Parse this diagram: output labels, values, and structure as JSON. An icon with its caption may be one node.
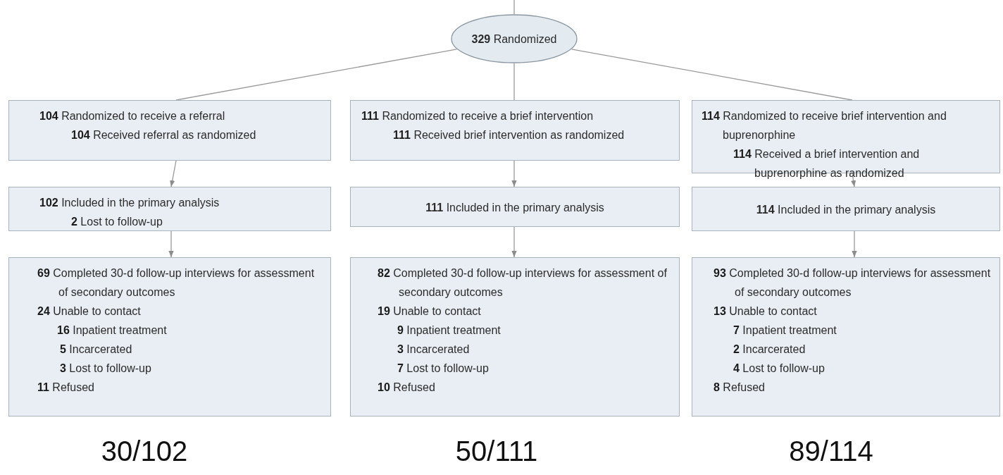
{
  "diagram": {
    "nodes": [
      {
        "text": [
          "**329** Randomized"
        ]
      },
      {
        "text": [
          "**104** Randomized to receive a referral",
          "**104** Received referral as randomized"
        ]
      },
      {
        "text": [
          "**111** Randomized to receive a brief intervention",
          "**111** Received brief intervention as randomized"
        ]
      },
      {
        "text": [
          "**114** Randomized to receive brief intervention and buprenorphine",
          "**114** Received a brief intervention and buprenorphine as randomized"
        ]
      },
      {
        "text": [
          "**102** Included in the primary analysis",
          "**2** Lost to follow-up"
        ]
      },
      {
        "text": [
          "**111** Included in the primary analysis"
        ]
      },
      {
        "text": [
          "**114** Included in the primary analysis"
        ]
      },
      {
        "text": [
          "**69** Completed 30-d follow-up interviews for assessment of secondary outcomes",
          "**24** Unable to contact",
          "**16** Inpatient treatment",
          "**5** Incarcerated",
          "**3** Lost to follow-up",
          "**11** Refused"
        ]
      },
      {
        "text": [
          "**82** Completed 30-d follow-up interviews for assessment of secondary outcomes",
          "**19** Unable to contact",
          "**9** Inpatient treatment",
          "**3** Incarcerated",
          "**7** Lost to follow-up",
          "**10** Refused"
        ]
      },
      {
        "text": [
          "**93** Completed 30-d follow-up interviews for assessment of secondary outcomes",
          "**13** Unable to contact",
          "**7** Inpatient treatment",
          "**2** Incarcerated",
          "**4** Lost to follow-up",
          "**8** Refused"
        ]
      }
    ],
    "edges": [
      {
        "from": null,
        "to": 0,
        "arrow": "none"
      },
      {
        "from": 0,
        "to": 1,
        "arrow": "none"
      },
      {
        "from": 0,
        "to": 2,
        "arrow": "none"
      },
      {
        "from": 0,
        "to": 3,
        "arrow": "none"
      },
      {
        "from": 1,
        "to": 4,
        "arrow": "to"
      },
      {
        "from": 2,
        "to": 5,
        "arrow": "to"
      },
      {
        "from": 3,
        "to": 6,
        "arrow": "to"
      },
      {
        "from": 4,
        "to": 7,
        "arrow": "to"
      },
      {
        "from": 5,
        "to": 8,
        "arrow": "to"
      },
      {
        "from": 6,
        "to": 9,
        "arrow": "to"
      }
    ],
    "labels": [
      "30/102",
      "50/111",
      "89/114"
    ]
  }
}
